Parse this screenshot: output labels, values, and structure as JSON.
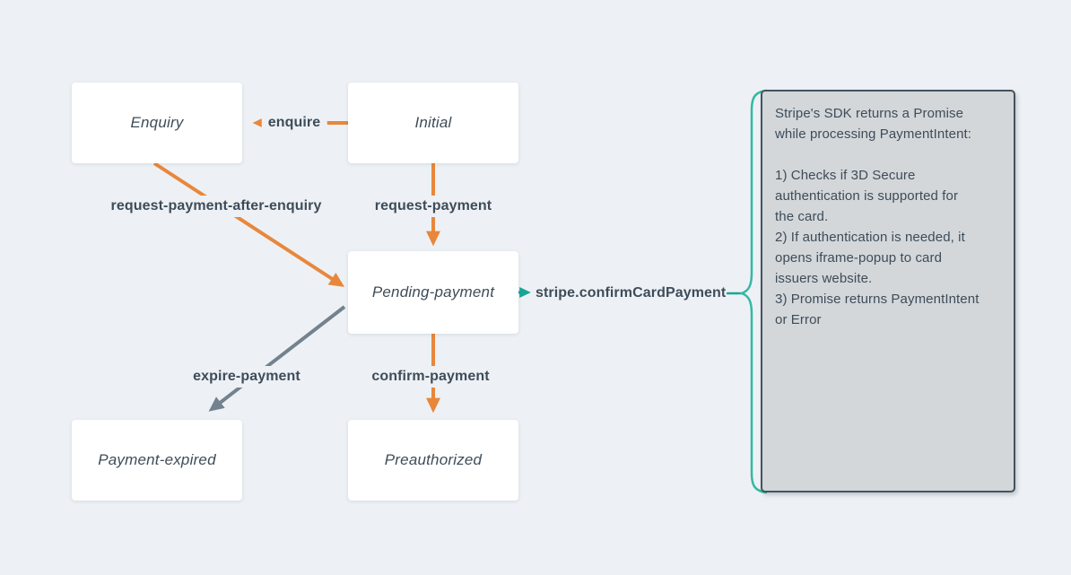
{
  "diagram": {
    "type": "state-diagram",
    "topic": "payment flow"
  },
  "colors": {
    "background": "#edf1f5",
    "node_background": "#ffffff",
    "text_slate": "#3e4c59",
    "edge_orange": "#e8873c",
    "edge_gray": "#72828f",
    "accent_teal": "#19a593",
    "brace_teal": "#35b8a3",
    "note_background": "#d3d7da",
    "note_border": "#46535f"
  },
  "nodes": [
    {
      "id": "enquiry",
      "label": "Enquiry"
    },
    {
      "id": "initial",
      "label": "Initial"
    },
    {
      "id": "pending-payment",
      "label": "Pending-payment"
    },
    {
      "id": "payment-expired",
      "label": "Payment-expired"
    },
    {
      "id": "preauthorized",
      "label": "Preauthorized"
    }
  ],
  "edges": [
    {
      "label": "enquire",
      "from": "initial",
      "to": "enquiry",
      "color": "orange"
    },
    {
      "label": "request-payment",
      "from": "initial",
      "to": "pending-payment",
      "color": "orange"
    },
    {
      "label": "request-payment-after-enquiry",
      "from": "enquiry",
      "to": "pending-payment",
      "color": "orange"
    },
    {
      "label": "expire-payment",
      "from": "pending-payment",
      "to": "payment-expired",
      "color": "gray"
    },
    {
      "label": "confirm-payment",
      "from": "pending-payment",
      "to": "preauthorized",
      "color": "orange"
    }
  ],
  "callout": {
    "label": "stripe.confirmCardPayment",
    "attached_to": "pending-payment"
  },
  "note": {
    "text": "Stripe's SDK returns a Promise\nwhile processing PaymentIntent:\n\n1) Checks if 3D Secure\nauthentication is supported for\nthe card.\n2) If authentication is needed, it\nopens iframe-popup to card\nissuers website.\n3) Promise returns PaymentIntent\nor Error"
  }
}
